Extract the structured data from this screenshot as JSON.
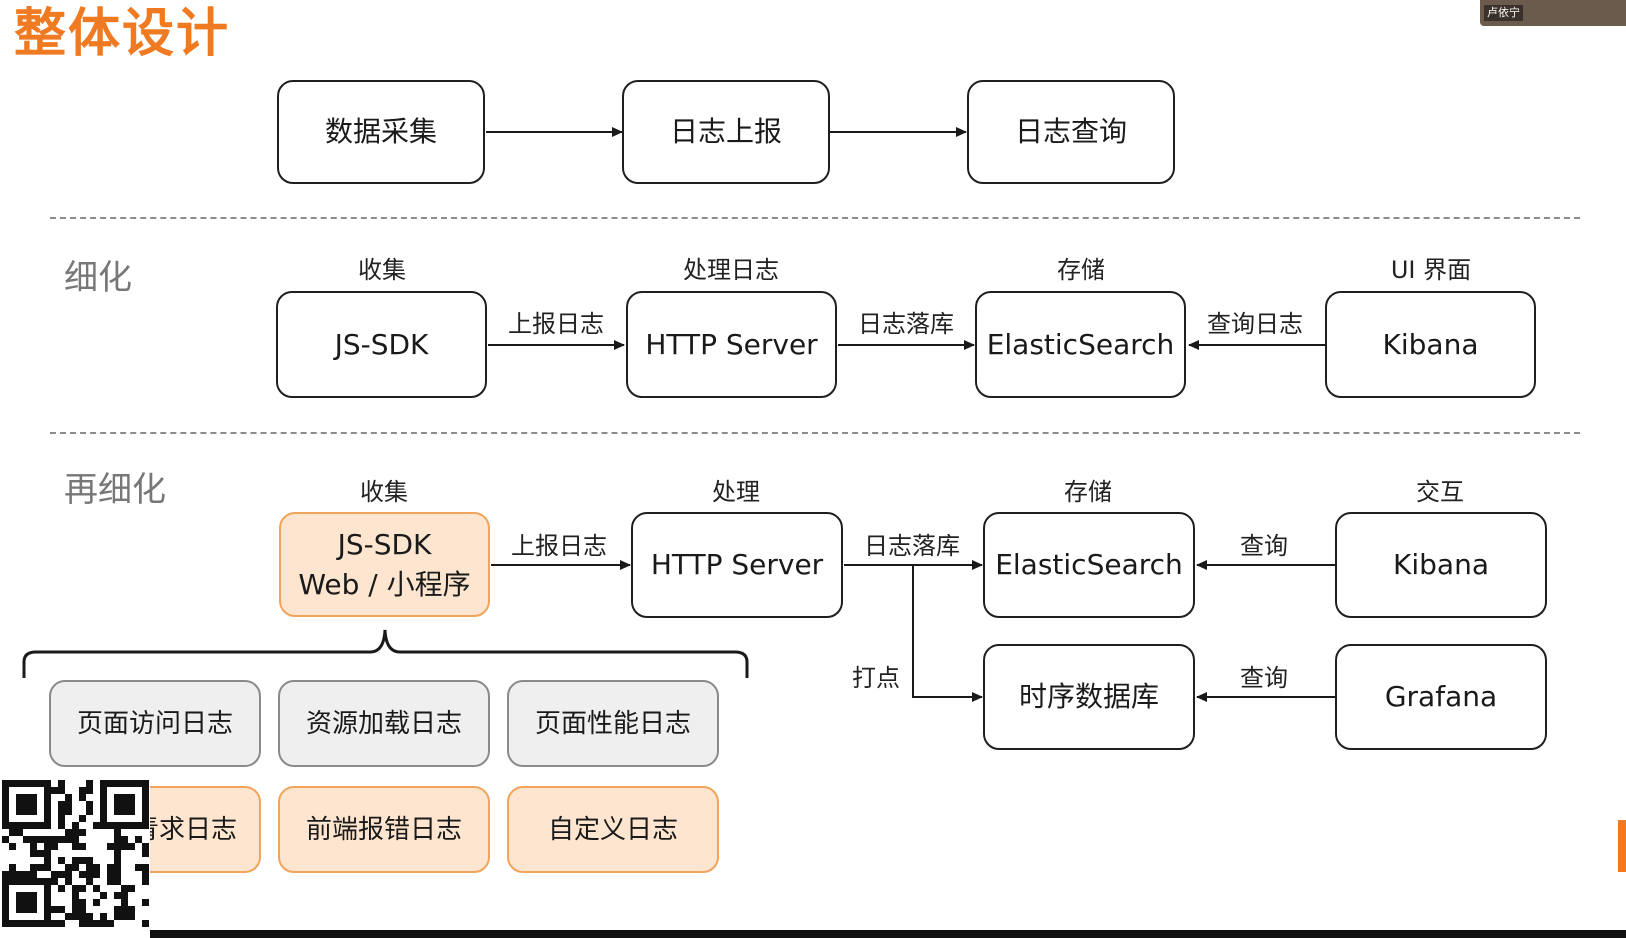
{
  "page_title": "整体设计",
  "video_tile": {
    "name": "卢依宁"
  },
  "row1": {
    "boxes": [
      "数据采集",
      "日志上报",
      "日志查询"
    ]
  },
  "row2": {
    "section_label": "细化",
    "column_labels": [
      "收集",
      "处理日志",
      "存储",
      "UI 界面"
    ],
    "boxes": [
      "JS-SDK",
      "HTTP Server",
      "ElasticSearch",
      "Kibana"
    ],
    "edge_labels": [
      "上报日志",
      "日志落库",
      "查询日志"
    ]
  },
  "row3": {
    "section_label": "再细化",
    "column_labels": [
      "收集",
      "处理",
      "存储",
      "交互"
    ],
    "sdk_box": {
      "line1": "JS-SDK",
      "line2": "Web / 小程序"
    },
    "server_box": "HTTP Server",
    "storage_boxes": [
      "ElasticSearch",
      "时序数据库"
    ],
    "ui_boxes": [
      "Kibana",
      "Grafana"
    ],
    "edge_labels": {
      "report": "上报日志",
      "store": "日志落库",
      "metric": "打点",
      "query1": "查询",
      "query2": "查询"
    }
  },
  "log_types": {
    "row_a": [
      "页面访问日志",
      "资源加载日志",
      "页面性能日志"
    ],
    "row_b": [
      "请求日志",
      "前端报错日志",
      "自定义日志"
    ],
    "row_b_visible_first": "青求日志"
  },
  "colors": {
    "title": "#f07a22",
    "highlight_fill": "#fde5cf",
    "highlight_border": "#f2a45c",
    "gray_fill": "#efefef"
  }
}
